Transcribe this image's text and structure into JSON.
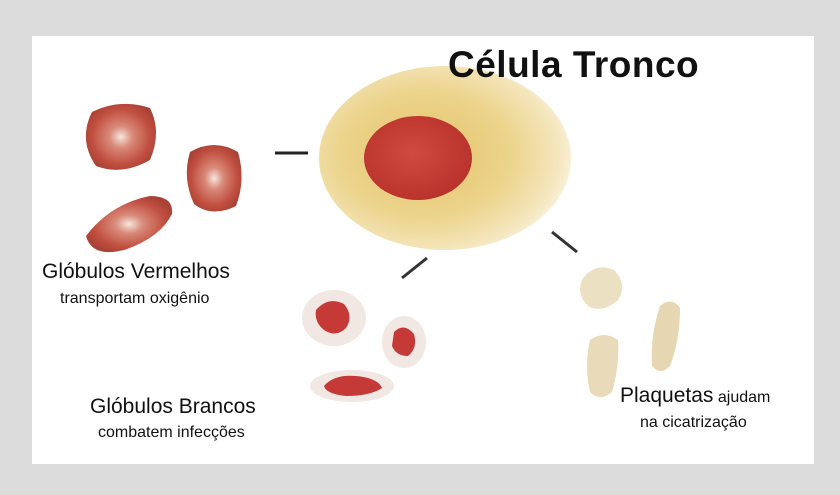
{
  "title": "Célula Tronco",
  "labels": {
    "red": {
      "name": "Glóbulos Vermelhos",
      "desc": "transportam oxigênio"
    },
    "white": {
      "name": "Glóbulos Brancos",
      "desc": "combatem infecções"
    },
    "platelets": {
      "name": "Plaquetas",
      "desc_inline": "ajudam",
      "desc": "na cicatrização"
    }
  },
  "colors": {
    "background": "#dcdcdc",
    "panel": "#ffffff",
    "stem_cytoplasm": "#e9cf7e",
    "nucleus": "#c63a34",
    "red_cell": "#c85a4c",
    "platelet": "#eadcb8"
  }
}
